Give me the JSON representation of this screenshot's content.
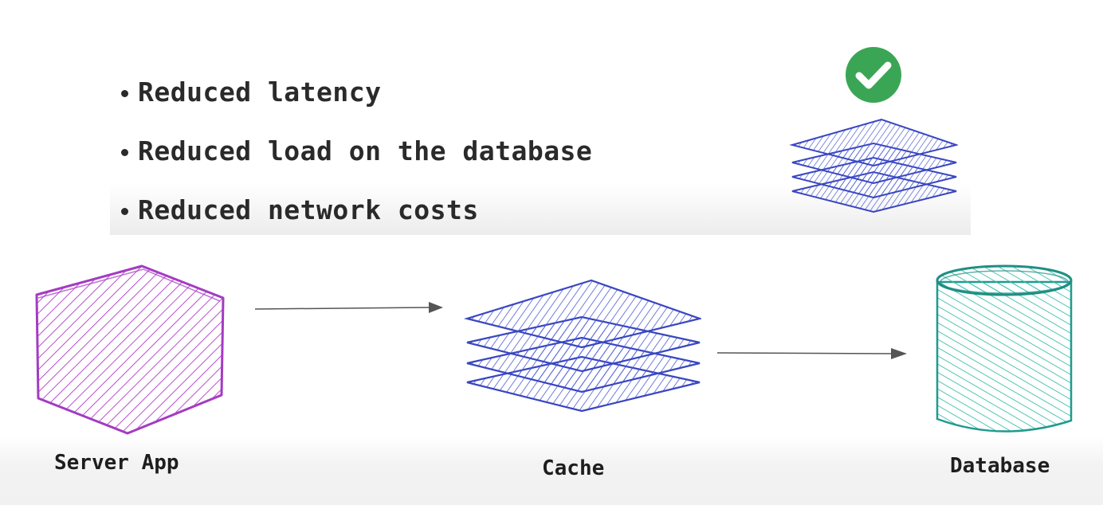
{
  "benefits": [
    {
      "text": "Reduced latency"
    },
    {
      "text": "Reduced load on the database"
    },
    {
      "text": "Reduced network costs"
    }
  ],
  "nodes": {
    "server": {
      "label": "Server App",
      "color": "#a43bc2"
    },
    "cache": {
      "label": "Cache",
      "color": "#3b4bc8"
    },
    "database": {
      "label": "Database",
      "color": "#1f9a8e"
    }
  },
  "edges": [
    {
      "from": "server",
      "to": "cache"
    },
    {
      "from": "cache",
      "to": "database"
    }
  ],
  "check_badge": {
    "icon": "check-circle-icon",
    "color": "#3aa655"
  }
}
